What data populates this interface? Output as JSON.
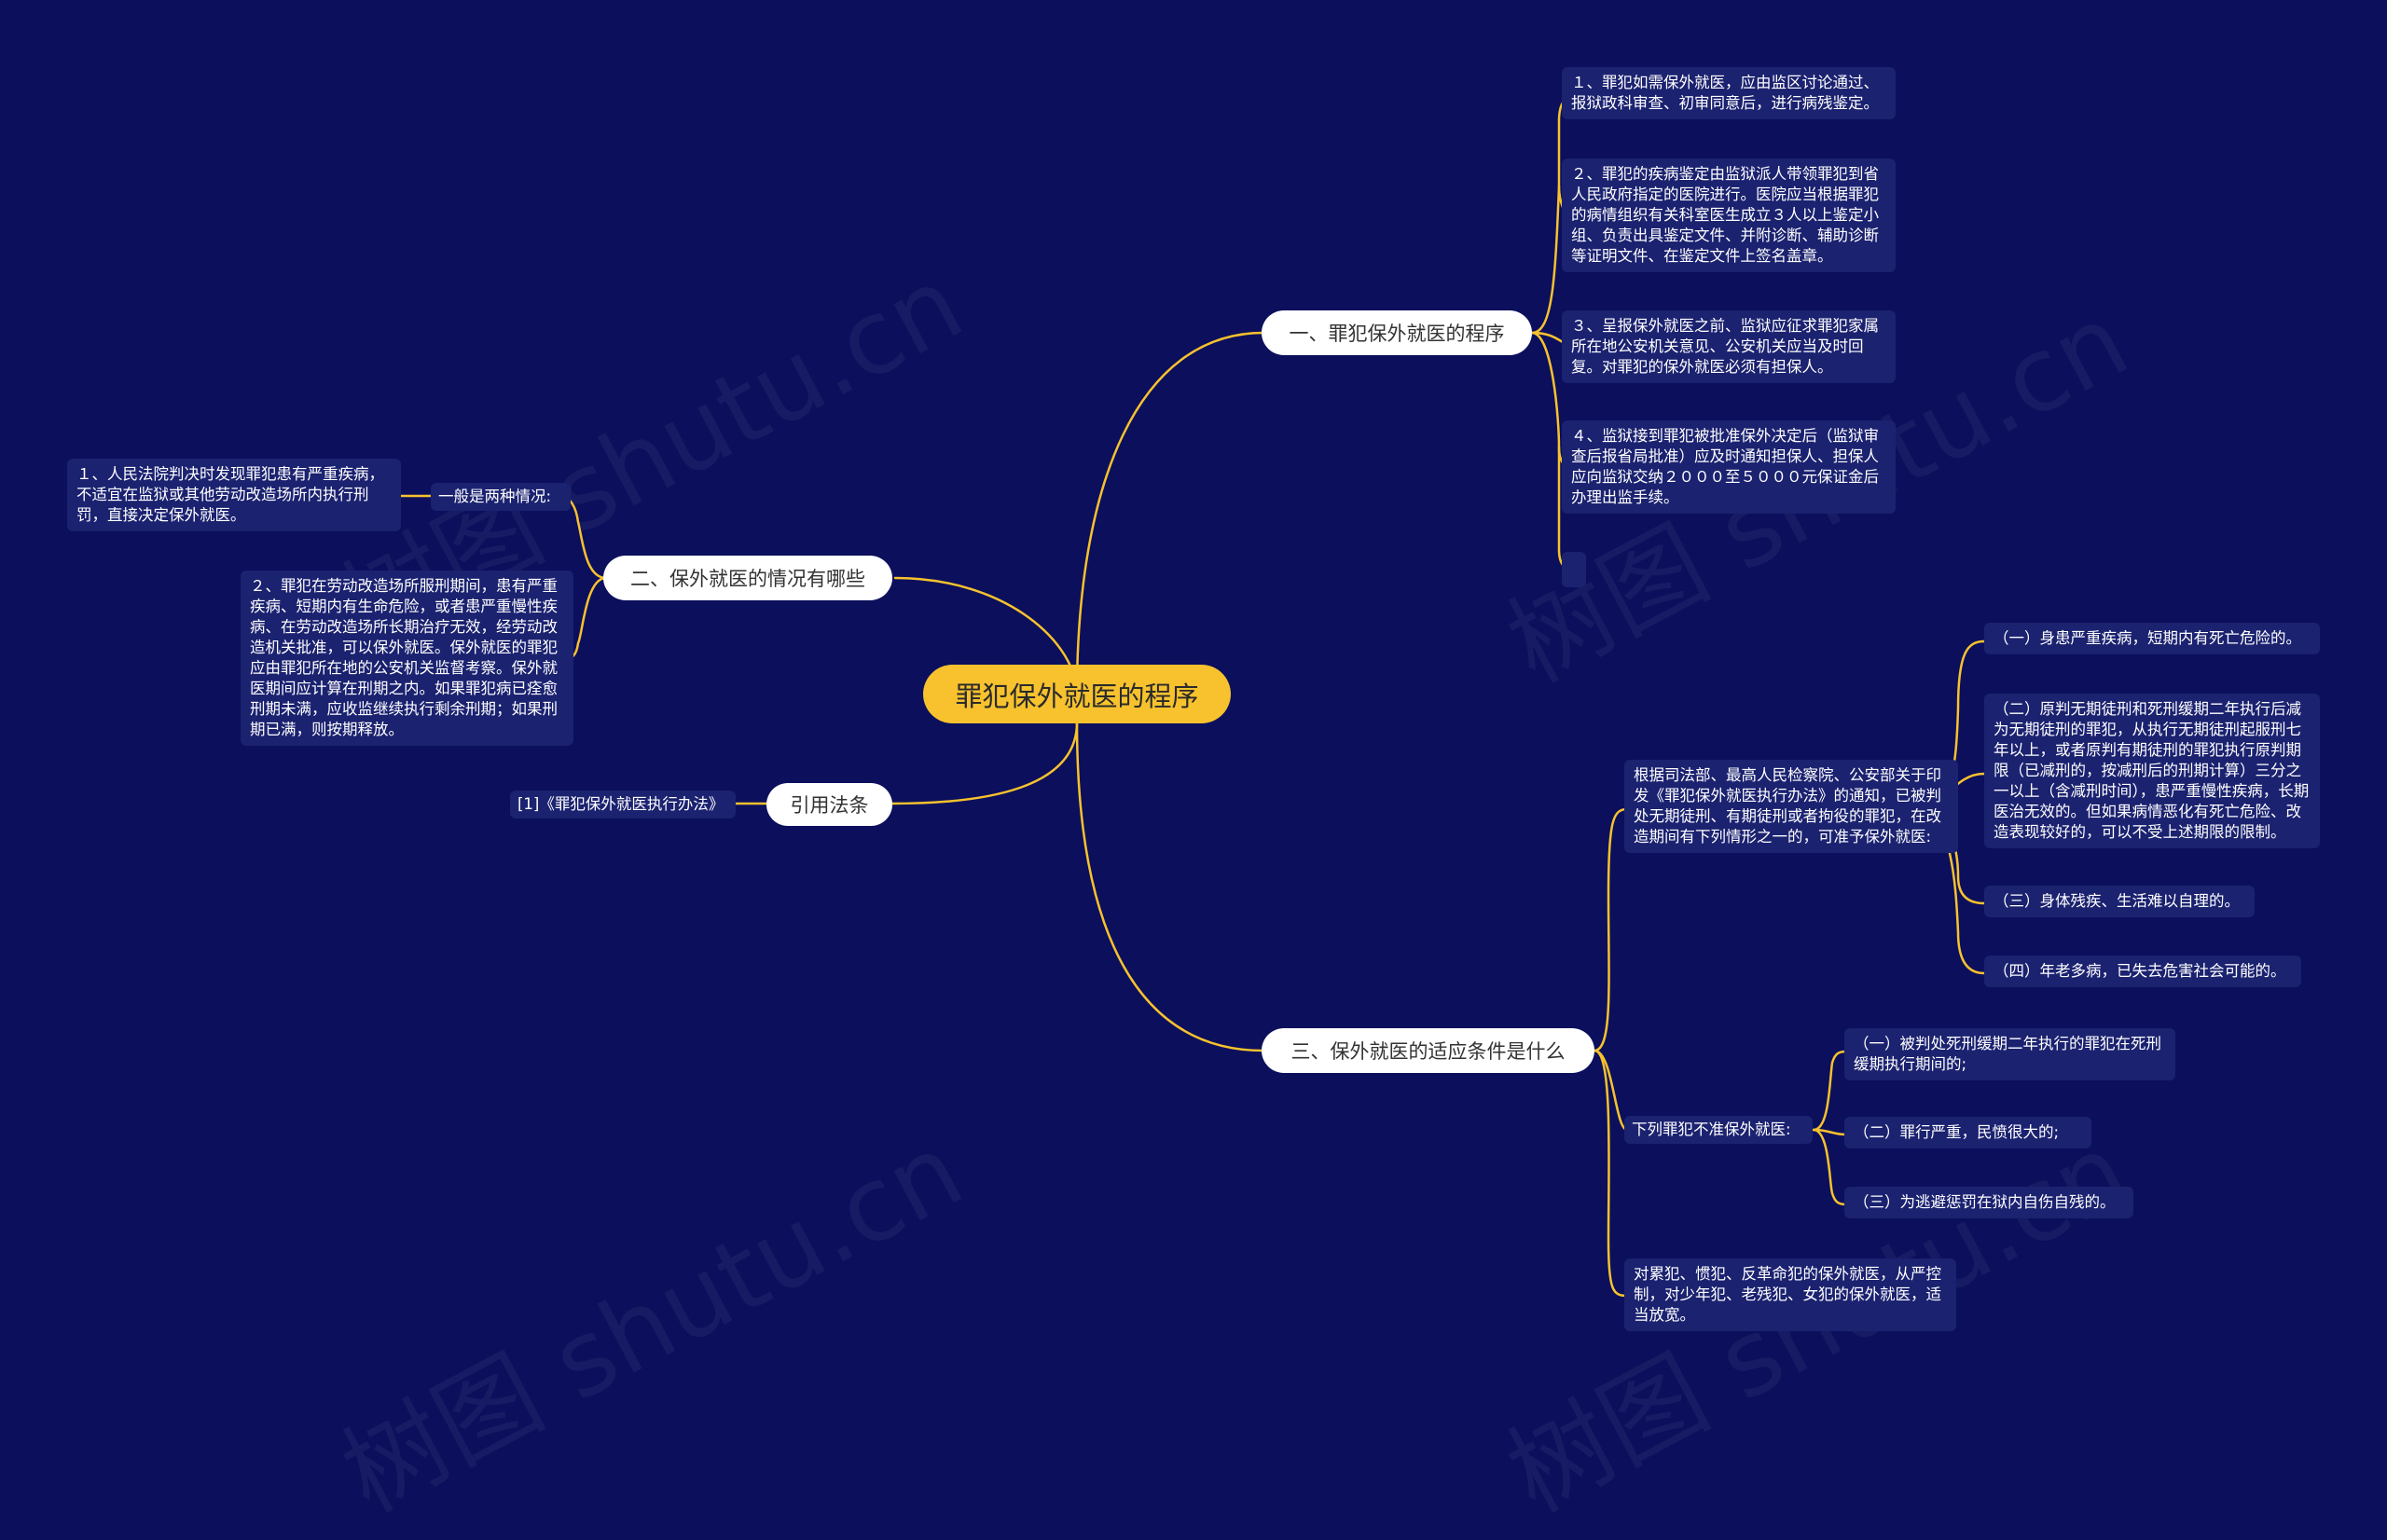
{
  "central": "罪犯保外就医的程序",
  "branch1": {
    "title": "一、罪犯保外就医的程序",
    "items": [
      "１、罪犯如需保外就医，应由监区讨论通过、报狱政科审查、初审同意后，进行病残鉴定。",
      "２、罪犯的疾病鉴定由监狱派人带领罪犯到省人民政府指定的医院进行。医院应当根据罪犯的病情组织有关科室医生成立３人以上鉴定小组、负责出具鉴定文件、并附诊断、辅助诊断等证明文件、在鉴定文件上签名盖章。",
      "３、呈报保外就医之前、监狱应征求罪犯家属所在地公安机关意见、公安机关应当及时回复。对罪犯的保外就医必须有担保人。",
      "４、监狱接到罪犯被批准保外决定后（监狱审查后报省局批准）应及时通知担保人、担保人应向监狱交纳２０００至５０００元保证金后办理出监手续。",
      ""
    ]
  },
  "branch2": {
    "title": "二、保外就医的情况有哪些",
    "sub_label": "一般是两种情况:",
    "sub_item": "１、人民法院判决时发现罪犯患有严重疾病，不适宜在监狱或其他劳动改造场所内执行刑罚，直接决定保外就医。",
    "item2": "２、罪犯在劳动改造场所服刑期间，患有严重疾病、短期内有生命危险，或者患严重慢性疾病、在劳动改造场所长期治疗无效，经劳动改造机关批准，可以保外就医。保外就医的罪犯应由罪犯所在地的公安机关监督考察。保外就医期间应计算在刑期之内。如果罪犯病已痊愈刑期未满，应收监继续执行剩余刑期；如果刑期已满，则按期释放。"
  },
  "branch3": {
    "title": "引用法条",
    "item": "[1]《罪犯保外就医执行办法》"
  },
  "branch4": {
    "title": "三、保外就医的适应条件是什么",
    "cond_text": "根据司法部、最高人民检察院、公安部关于印发《罪犯保外就医执行办法》的通知，已被判处无期徒刑、有期徒刑或者拘役的罪犯，在改造期间有下列情形之一的，可准予保外就医:",
    "cond_items": [
      "（一）身患严重疾病，短期内有死亡危险的。",
      "（二）原判无期徒刑和死刑缓期二年执行后减为无期徒刑的罪犯，从执行无期徒刑起服刑七年以上，或者原判有期徒刑的罪犯执行原判期限（已减刑的，按减刑后的刑期计算）三分之一以上（含减刑时间），患严重慢性疾病，长期医治无效的。但如果病情恶化有死亡危险、改造表现较好的，可以不受上述期限的限制。",
      "（三）身体残疾、生活难以自理的。",
      "（四）年老多病，已失去危害社会可能的。"
    ],
    "deny_label": "下列罪犯不准保外就医:",
    "deny_items": [
      "（一）被判处死刑缓期二年执行的罪犯在死刑缓期执行期间的;",
      "（二）罪行严重，民愤很大的;",
      "（三）为逃避惩罚在狱内自伤自残的。"
    ],
    "last_text": "对累犯、惯犯、反革命犯的保外就医，从严控制，对少年犯、老残犯、女犯的保外就医，适当放宽。"
  },
  "watermark": "树图 shutu.cn",
  "colors": {
    "background": "#0b0f5c",
    "line": "#f7c22e",
    "central": "#f7c22e",
    "box": "#1b2270"
  }
}
